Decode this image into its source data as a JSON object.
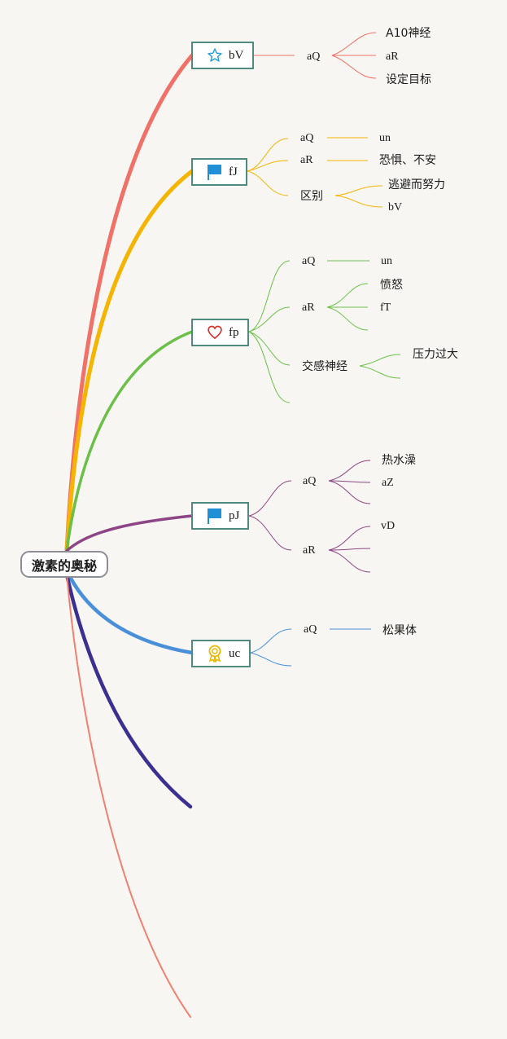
{
  "root": {
    "label": "激素的奥秘"
  },
  "colors": {
    "red": "#f07167",
    "orange": "#f4b400",
    "green": "#6cc04a",
    "purple": "#8e4585",
    "blue": "#4a90d9",
    "navy": "#3b2f8f",
    "salmon": "#f08070",
    "node_border": "#4f8a80"
  },
  "topics": [
    {
      "label": "bV",
      "icon": "star-icon",
      "children": [
        {
          "label": "aQ",
          "children": [
            {
              "label": "A10神经"
            },
            {
              "label": "aR"
            },
            {
              "label": "设定目标"
            }
          ]
        }
      ]
    },
    {
      "label": "fJ",
      "icon": "flag-icon",
      "children": [
        {
          "label": "aQ",
          "children": [
            {
              "label": "un"
            }
          ]
        },
        {
          "label": "aR",
          "children": [
            {
              "label": "恐惧、不安"
            }
          ]
        },
        {
          "label": "区别",
          "children": [
            {
              "label": "逃避而努力"
            },
            {
              "label": "bV"
            }
          ]
        }
      ]
    },
    {
      "label": "fp",
      "icon": "heart-icon",
      "children": [
        {
          "label": "aQ",
          "children": [
            {
              "label": "un"
            }
          ]
        },
        {
          "label": "aR",
          "children": [
            {
              "label": "愤怒"
            },
            {
              "label": "fT"
            }
          ]
        },
        {
          "label": "交感神经",
          "children": [
            {
              "label": "压力过大"
            }
          ]
        }
      ]
    },
    {
      "label": "pJ",
      "icon": "flag-icon",
      "children": [
        {
          "label": "aQ",
          "children": [
            {
              "label": "热水澡"
            },
            {
              "label": "aZ"
            }
          ]
        },
        {
          "label": "aR",
          "children": [
            {
              "label": "vD"
            }
          ]
        }
      ]
    },
    {
      "label": "uc",
      "icon": "award-icon",
      "children": [
        {
          "label": "aQ",
          "children": [
            {
              "label": "松果体"
            }
          ]
        }
      ]
    }
  ]
}
